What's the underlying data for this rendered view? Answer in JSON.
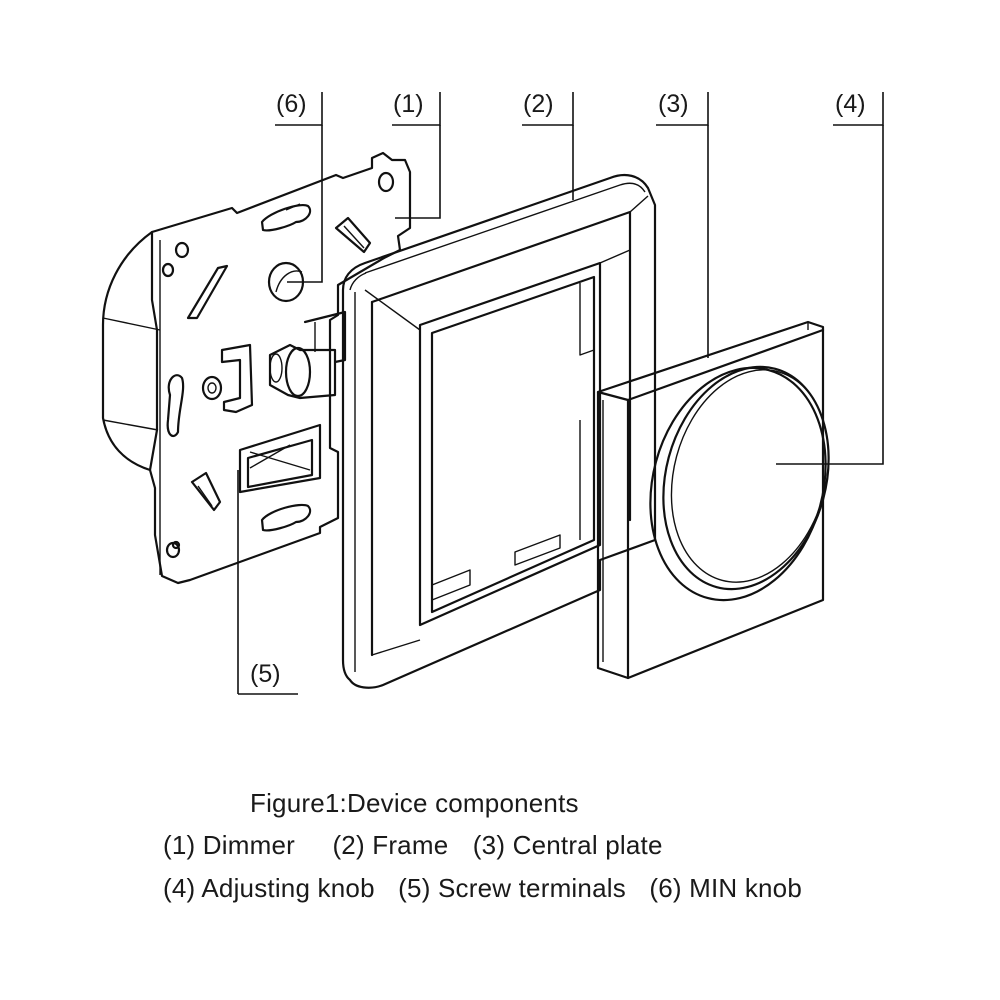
{
  "callouts": {
    "c1": "(1)",
    "c2": "(2)",
    "c3": "(3)",
    "c4": "(4)",
    "c5": "(5)",
    "c6": "(6)"
  },
  "caption": {
    "title": "Figure1:Device components",
    "line2": [
      "(1) Dimmer",
      "(2) Frame",
      "(3) Central plate"
    ],
    "line3": [
      "(4) Adjusting knob",
      "(5) Screw terminals",
      "(6) MIN knob"
    ]
  }
}
